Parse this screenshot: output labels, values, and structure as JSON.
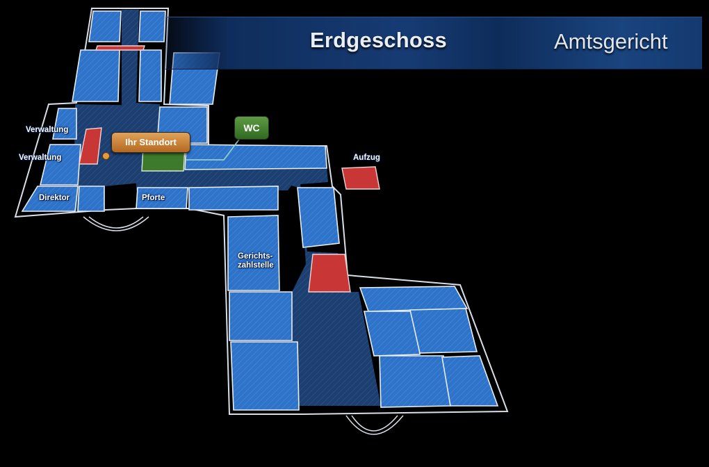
{
  "header": {
    "floor": "Erdgeschoss",
    "building": "Amtsgericht"
  },
  "markers": {
    "current_location": "Ihr Standort",
    "wc": "WC"
  },
  "rooms": {
    "verwaltung_1": "Verwaltung",
    "verwaltung_2": "Verwaltung",
    "direktor": "Direktor",
    "pforte": "Pforte",
    "aufzug": "Aufzug",
    "gerichtszahlstelle_line1": "Gerichts-",
    "gerichtszahlstelle_line2": "zahlstelle"
  },
  "colors": {
    "room": "#2f73c8",
    "corridor": "#1d3f70",
    "stairs": "#c93636",
    "wc_area": "#3d7a2c",
    "standort": "#d18a3c",
    "background": "#000000"
  }
}
